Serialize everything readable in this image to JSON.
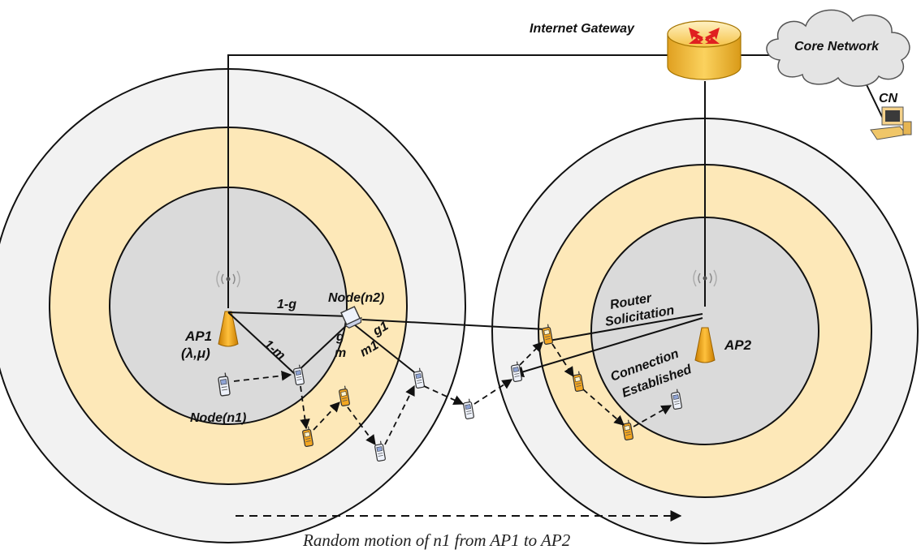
{
  "diagram": {
    "labels": {
      "internet_gateway": "Internet Gateway",
      "core_network": "Core Network",
      "cn": "CN",
      "node_n2": "Node(n2)",
      "ap1": "AP1",
      "ap1_params": "(λ,μ)",
      "node_n1": "Node(n1)",
      "ap2": "AP2",
      "edge_1g": "1-g",
      "edge_1m": "1-m",
      "edge_g": "g",
      "edge_m": "m",
      "edge_g1": "g1",
      "edge_m1": "m1",
      "router": "Router",
      "solicitation": "Solicitation",
      "connection": "Connection",
      "established": "Established",
      "caption": "Random motion of n1 from AP1 to AP2"
    },
    "colors": {
      "outer_ring": "#f2f2f2",
      "middle_ring": "#fde8b8",
      "inner_ring": "#dadada",
      "antenna": "#f0a818",
      "router_body": "#f7c44c",
      "arrow_red": "#e02020"
    }
  }
}
